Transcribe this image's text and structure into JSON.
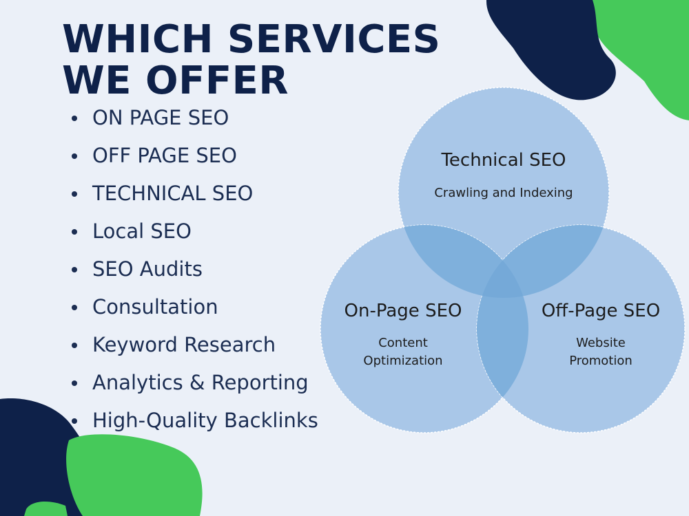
{
  "heading": {
    "line1": "WHICH SERVICES",
    "line2": "WE OFFER"
  },
  "services": [
    "ON PAGE SEO",
    "OFF PAGE SEO",
    "TECHNICAL SEO",
    "Local SEO",
    "SEO Audits",
    "Consultation",
    "Keyword Research",
    "Analytics & Reporting",
    "High-Quality Backlinks"
  ],
  "diagram": {
    "technical": {
      "title": "Technical SEO",
      "subtitle": "Crawling and Indexing"
    },
    "onpage": {
      "title": "On-Page SEO",
      "subtitle_line1": "Content",
      "subtitle_line2": "Optimization"
    },
    "offpage": {
      "title": "Off-Page SEO",
      "subtitle_line1": "Website",
      "subtitle_line2": "Promotion"
    }
  },
  "colors": {
    "background": "#ebf0f8",
    "navy": "#0e2149",
    "green": "#46c95a",
    "circle_fill": "#a9c7e8",
    "overlap_fill": "#7fb0dc"
  }
}
